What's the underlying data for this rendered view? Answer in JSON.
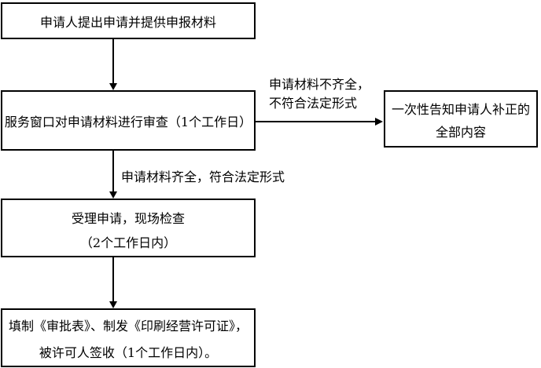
{
  "flowchart": {
    "colors": {
      "background": "#ffffff",
      "line": "#000000",
      "text": "#000000"
    },
    "nodes": {
      "apply": {
        "text": "申请人提出申请并提供申报材料"
      },
      "review": {
        "text": "服务窗口对申请材料进行审查（1个工作日）"
      },
      "accept": {
        "line1": "受理申请，现场检查",
        "line2": "（2个工作日内）"
      },
      "issue": {
        "line1": "填制《审批表》、制发《印刷经营许可证》，",
        "line2": "被许可人签收（1个工作日内）。"
      },
      "notify": {
        "line1": "一次性告知申请人补正的",
        "line2": "全部内容"
      }
    },
    "edge_labels": {
      "incomplete": {
        "line1": "申请材料不齐全，",
        "line2": "不符合法定形式"
      },
      "complete": "申请材料齐全，符合法定形式"
    }
  }
}
